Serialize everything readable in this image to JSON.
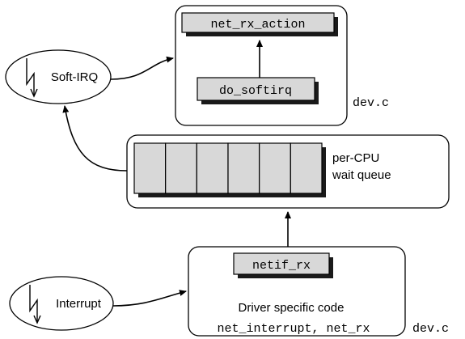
{
  "softirq_group": {
    "top_function": "net_rx_action",
    "bottom_function": "do_softirq",
    "file_label": "dev.c"
  },
  "softirq_trigger": {
    "label": "Soft-IRQ"
  },
  "wait_queue": {
    "slot_count": 6,
    "label_line1": "per-CPU",
    "label_line2": "wait queue"
  },
  "driver_group": {
    "function": "netif_rx",
    "description": "Driver specific code",
    "functions_line": "net_interrupt, net_rx",
    "file_label": "dev.c"
  },
  "interrupt_trigger": {
    "label": "Interrupt"
  },
  "colors": {
    "box_fill": "#d8d8d8",
    "shadow": "#1a1a1a",
    "stroke": "#000000",
    "background": "#ffffff"
  }
}
